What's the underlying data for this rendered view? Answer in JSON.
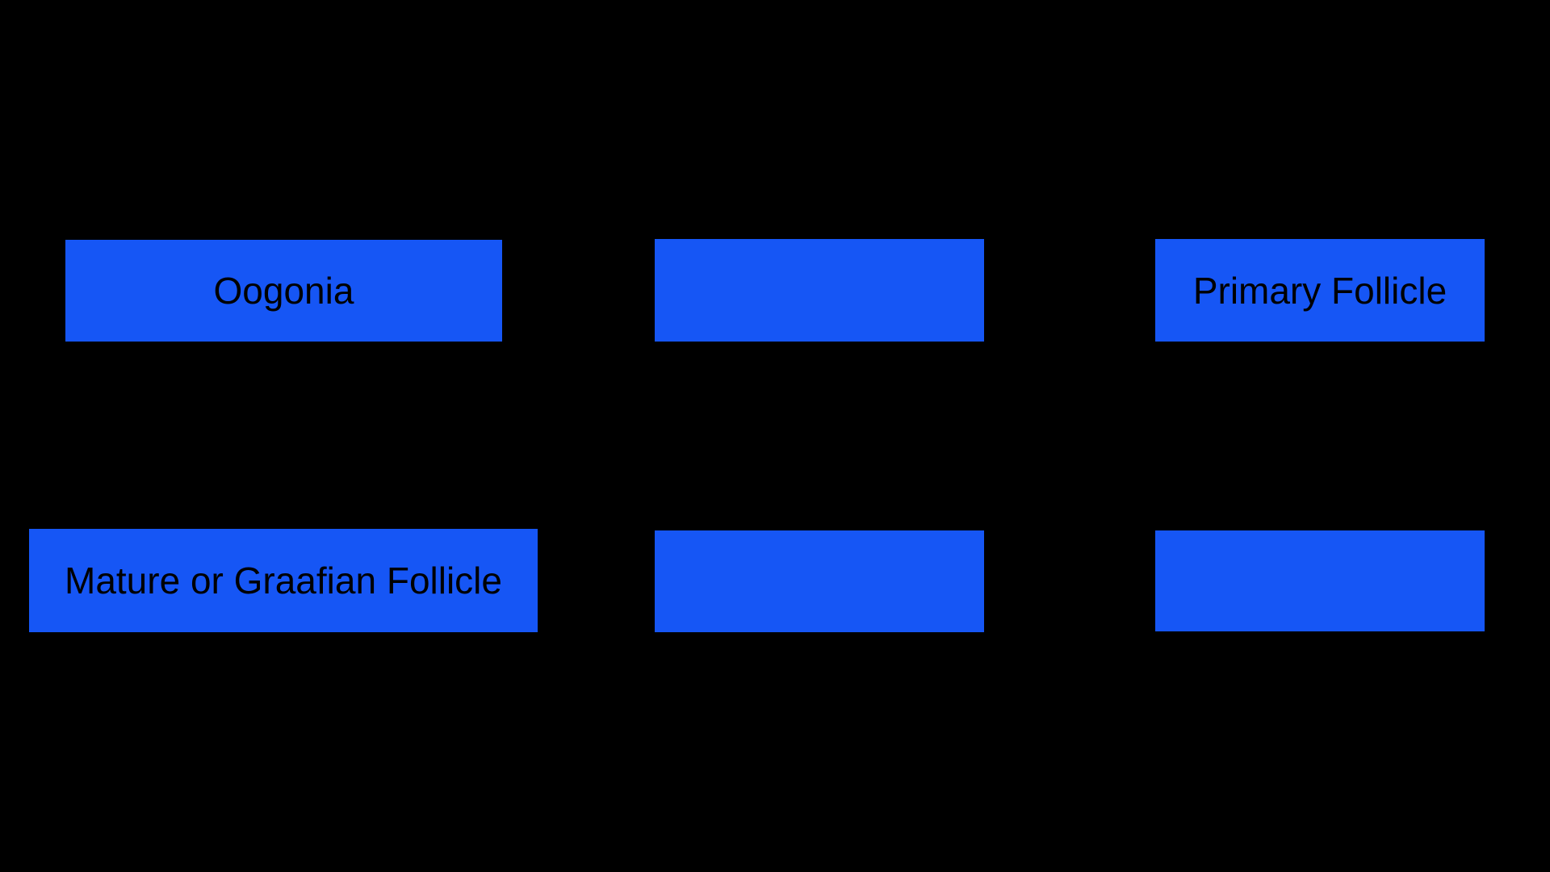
{
  "theme": {
    "background_color": "#000000",
    "box_color": "#1656F5",
    "label_color": "#000000"
  },
  "diagram": {
    "description": "Oogenesis / follicle development flowchart with blank fill-in boxes",
    "boxes": [
      {
        "id": "oogonia",
        "label": "Oogonia"
      },
      {
        "id": "blank-top-middle",
        "label": ""
      },
      {
        "id": "primary-follicle",
        "label": "Primary Follicle"
      },
      {
        "id": "mature-graafian-follicle",
        "label": "Mature or Graafian Follicle"
      },
      {
        "id": "blank-bottom-middle",
        "label": ""
      },
      {
        "id": "blank-bottom-right",
        "label": ""
      }
    ]
  }
}
